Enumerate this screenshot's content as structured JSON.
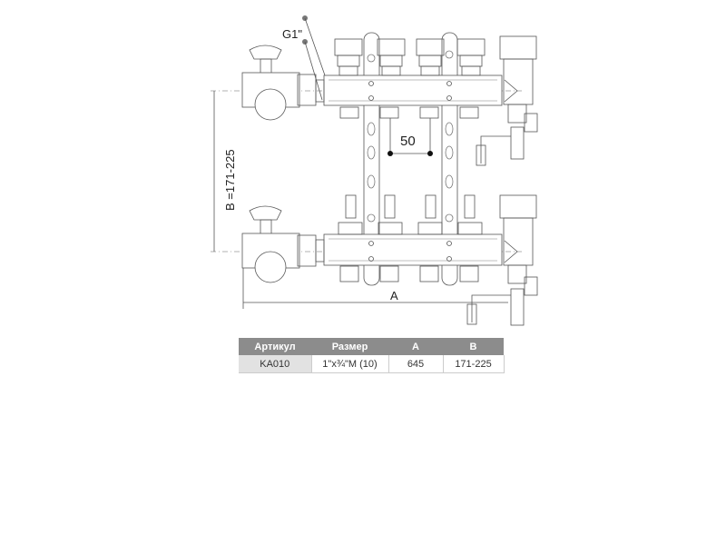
{
  "drawing": {
    "thread_label": "G1\"",
    "spacing_label": "50",
    "dim_a_label": "A",
    "dim_b_label": "B =171-225"
  },
  "table": {
    "headers": [
      "Артикул",
      "Размер",
      "A",
      "B"
    ],
    "rows": [
      [
        "KA010",
        "1\"x¾\"M (10)",
        "645",
        "171-225"
      ]
    ]
  },
  "colors": {
    "header_bg": "#8c8c8c",
    "first_cell_bg": "#e2e2e2",
    "line": "#555555",
    "dot": "#777777"
  }
}
